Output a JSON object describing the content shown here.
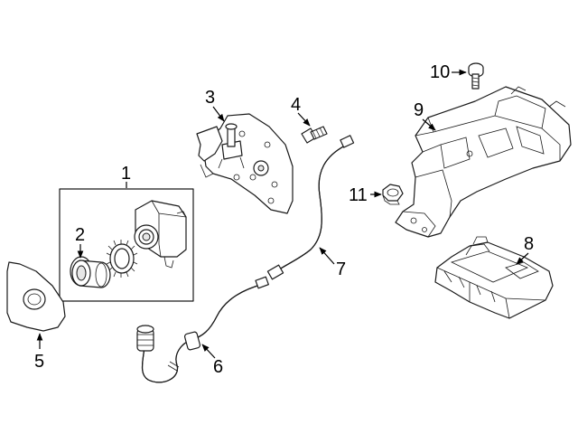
{
  "callouts": {
    "c1": "1",
    "c2": "2",
    "c3": "3",
    "c4": "4",
    "c5": "5",
    "c6": "6",
    "c7": "7",
    "c8": "8",
    "c9": "9",
    "c10": "10",
    "c11": "11"
  },
  "colors": {
    "line": "#1a1a1a",
    "background": "#ffffff",
    "shade": "#e6e6e6"
  }
}
